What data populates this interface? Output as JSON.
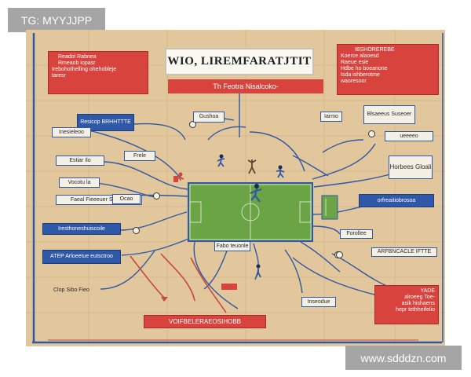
{
  "watermark_top": "TG: MYYJJPP",
  "watermark_bottom": "www.sdddzn.com",
  "poster": {
    "title": "WIO, LIREMFARATJTIT",
    "subtitle": "Th Feotra Nisalcoko-",
    "top_left_box": [
      "Readol Rabnea",
      "Rmeaob iopasr",
      "Irebohothelling ohehobleje",
      "taresr"
    ],
    "top_right_box": [
      "IBSHOREREBE",
      "Koerce alaoesd",
      "Raeue esie",
      "Hdbe ho boeanone",
      "Isda ishberotme",
      "waoresoor"
    ],
    "bottom_right_box": [
      "YADE",
      "alroeeg Toe-",
      "asik hishaens",
      "hepr tethheifelio"
    ],
    "bottom_bar": "VOIFBELERAEOSIHOBB",
    "left_labels": [
      "Resicop BRHHTTTE",
      "Inesieleoo",
      "Estiar Ilo",
      "Vocotu la",
      "Faeal Fieeeuer SHIRIE",
      "Iresthoneshuiscoile",
      "ATEP Arloeetue eutsctroo",
      "Clop Sibo Fieo"
    ],
    "right_labels": [
      "Iarmo",
      "Blsaeeus Suseoer",
      "ueeeeo",
      "Horbees Gloali",
      "orfreaitiobrosoa",
      "Forollee",
      "ARFBNCACLE IFTTE",
      "Inseodue"
    ],
    "center_labels": [
      "Gushoa",
      "Frele",
      "Fabo teuonle",
      "Ocao"
    ]
  }
}
